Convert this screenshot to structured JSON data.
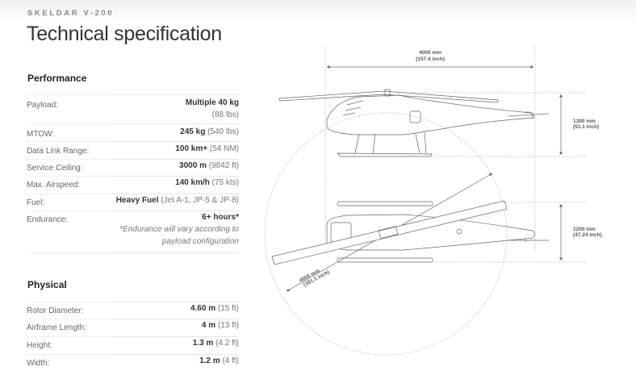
{
  "header": {
    "eyebrow": "SKELDAR V-200",
    "title": "Technical specification"
  },
  "performance": {
    "heading": "Performance",
    "rows": [
      {
        "label": "Payload:",
        "value": "Multiple 40 kg",
        "extra": "(88 lbs)"
      },
      {
        "label": "MTOW:",
        "value": "245 kg",
        "extra": "(540 lbs)"
      },
      {
        "label": "Data Link Range:",
        "value": "100 km+",
        "extra": "(54 NM)"
      },
      {
        "label": "Service Ceiling:",
        "value": "3000 m",
        "extra": "(9842 ft)"
      },
      {
        "label": "Max. Airspeed:",
        "value": "140 km/h",
        "extra": "(75 kts)"
      },
      {
        "label": "Fuel:",
        "value": "Heavy Fuel",
        "extra": "(Jet A-1, JP-5 & JP-8)"
      },
      {
        "label": "Endurance:",
        "value": "6+ hours*",
        "note1": "*Endurance will vary according to",
        "note2": "payload configuration"
      }
    ]
  },
  "physical": {
    "heading": "Physical",
    "rows": [
      {
        "label": "Rotor Diameter:",
        "value": "4.60 m",
        "extra": "(15 ft)"
      },
      {
        "label": "Airframe Length:",
        "value": "4 m",
        "extra": "(13 ft)"
      },
      {
        "label": "Height:",
        "value": "1.3 m",
        "extra": "(4.2 ft)"
      },
      {
        "label": "Width:",
        "value": "1.2 m",
        "extra": "(4 ft)"
      }
    ]
  },
  "diagram": {
    "length_mm": "4000 mm",
    "length_in": "(157.4 inch)",
    "height_mm": "1300 mm",
    "height_in": "(51.1 inch)",
    "width_mm": "1200 mm",
    "width_in": "(47.24 inch)",
    "rotor_mm": "4600 mm",
    "rotor_in": "(181.1 inch)"
  }
}
